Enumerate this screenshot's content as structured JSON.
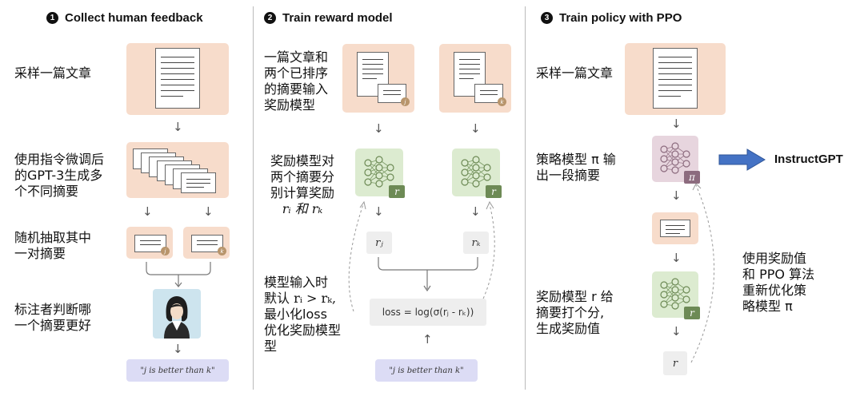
{
  "columns": [
    {
      "number": "1",
      "title": "Collect human feedback"
    },
    {
      "number": "2",
      "title": "Train reward model"
    },
    {
      "number": "3",
      "title": "Train policy with PPO"
    }
  ],
  "col1": {
    "step1": "采样一篇文章",
    "step2": [
      "使用指令微调后",
      "的GPT-3生成多",
      "个不同摘要"
    ],
    "step3": [
      "随机抽取其中",
      "一对摘要"
    ],
    "step4": [
      "标注者判断哪",
      "一个摘要更好"
    ],
    "badge_j": "j",
    "badge_k": "k",
    "preference": "\"j is better than k\""
  },
  "col2": {
    "input_text": [
      "一篇文章和",
      "两个已排序",
      "的摘要输入",
      "奖励模型"
    ],
    "compute_text": [
      "奖励模型对",
      "两个摘要分",
      "别计算奖励"
    ],
    "compute_math": "rᵢ 和 rₖ",
    "model_tag": "r",
    "ri": "rⱼ",
    "rk": "rₖ",
    "loss_text": [
      "模型输入时",
      "默认 rᵢ > rₖ,",
      "最小化loss",
      "优化奖励模型",
      "型"
    ],
    "loss": "loss = log(σ(rⱼ - rₖ))",
    "preference": "\"j is better than k\"",
    "badge_j": "j",
    "badge_k": "k"
  },
  "col3": {
    "step1": "采样一篇文章",
    "policy_text": [
      "策略模型 π 输",
      "出一段摘要"
    ],
    "policy_tag": "π",
    "reward_text": [
      "奖励模型 r 给",
      "摘要打个分,",
      "生成奖励值"
    ],
    "reward_tag": "r",
    "r_output": "r",
    "feedback_text": [
      "使用奖励值",
      "和 PPO 算法",
      "重新优化策",
      "略模型 π"
    ],
    "result": "InstructGPT"
  },
  "colors": {
    "peach": "#f7dccb",
    "green": "#dcebd0",
    "purple": "#e7d5de",
    "lavender": "#dcdcf5",
    "arrow_blue": "#4472c4"
  }
}
